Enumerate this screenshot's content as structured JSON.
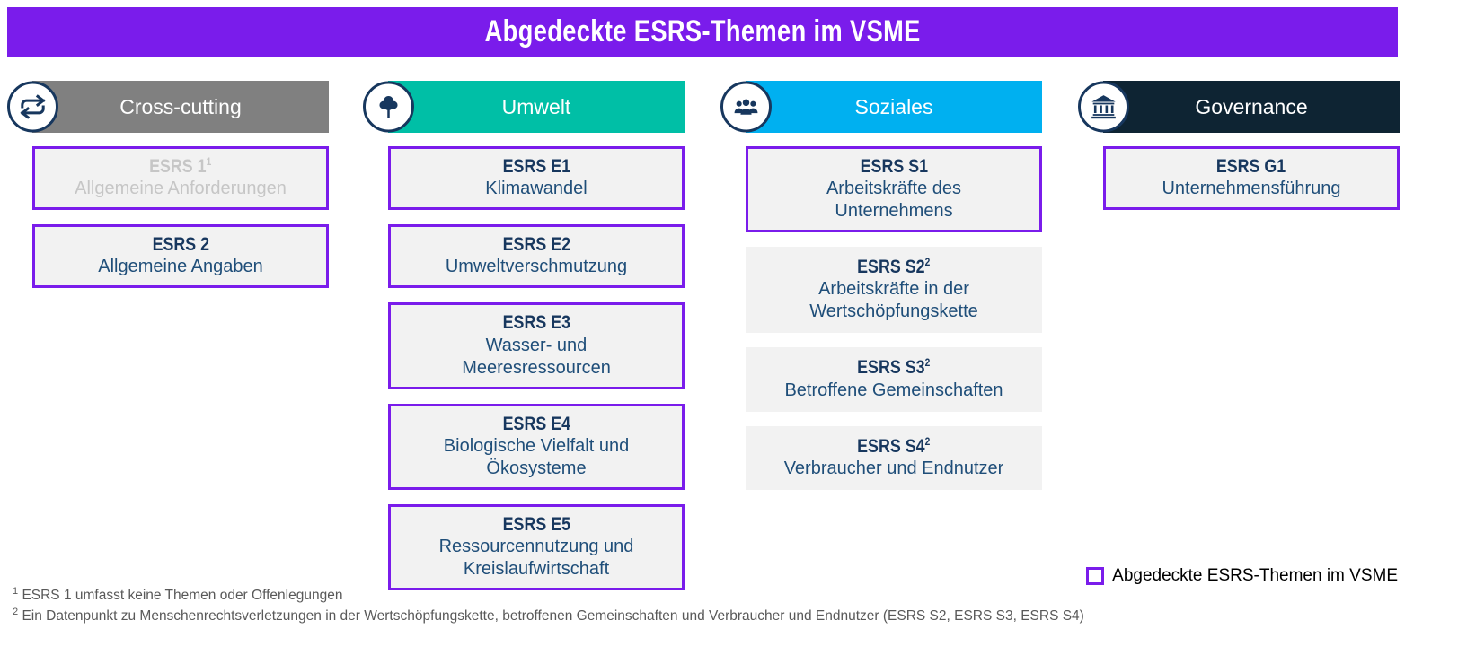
{
  "title": "Abgedeckte ESRS-Themen im VSME",
  "colors": {
    "accent": "#7A1CEB",
    "navy": "#17375E",
    "subtitle": "#1F4E79",
    "card-bg": "#F2F2F2",
    "disabled": "#C6C6C6",
    "footnote": "#595959"
  },
  "columns": [
    {
      "label": "Cross-cutting",
      "header_bg": "#808080",
      "icon": "loop-arrows-icon",
      "cards": [
        {
          "code": "ESRS 1",
          "sup": "1",
          "name": "Allgemeine Anforderungen",
          "covered": true,
          "muted": true
        },
        {
          "code": "ESRS 2",
          "sup": "",
          "name": "Allgemeine Angaben",
          "covered": true,
          "muted": false
        }
      ]
    },
    {
      "label": "Umwelt",
      "header_bg": "#00BFA6",
      "icon": "tree-icon",
      "cards": [
        {
          "code": "ESRS E1",
          "sup": "",
          "name": "Klimawandel",
          "covered": true,
          "muted": false
        },
        {
          "code": "ESRS E2",
          "sup": "",
          "name": "Umweltverschmutzung",
          "covered": true,
          "muted": false
        },
        {
          "code": "ESRS E3",
          "sup": "",
          "name": "Wasser- und Meeresressourcen",
          "covered": true,
          "muted": false
        },
        {
          "code": "ESRS E4",
          "sup": "",
          "name": "Biologische Vielfalt und Ökosysteme",
          "covered": true,
          "muted": false
        },
        {
          "code": "ESRS E5",
          "sup": "",
          "name": "Ressourcennutzung und Kreislaufwirtschaft",
          "covered": true,
          "muted": false
        }
      ]
    },
    {
      "label": "Soziales",
      "header_bg": "#00B0F0",
      "icon": "people-icon",
      "cards": [
        {
          "code": "ESRS S1",
          "sup": "",
          "name": "Arbeitskräfte des Unternehmens",
          "covered": true,
          "muted": false
        },
        {
          "code": "ESRS S2",
          "sup": "2",
          "name": "Arbeitskräfte in der Wertschöpfungskette",
          "covered": false,
          "muted": false
        },
        {
          "code": "ESRS S3",
          "sup": "2",
          "name": "Betroffene Gemeinschaften",
          "covered": false,
          "muted": false
        },
        {
          "code": "ESRS S4",
          "sup": "2",
          "name": "Verbraucher und Endnutzer",
          "covered": false,
          "muted": false
        }
      ]
    },
    {
      "label": "Governance",
      "header_bg": "#0E2433",
      "icon": "bank-icon",
      "cards": [
        {
          "code": "ESRS G1",
          "sup": "",
          "name": "Unternehmensführung",
          "covered": true,
          "muted": false
        }
      ]
    }
  ],
  "legend": {
    "label": "Abgedeckte ESRS-Themen im VSME"
  },
  "footnotes": [
    {
      "sup": "1",
      "text": "ESRS 1 umfasst keine Themen oder Offenlegungen"
    },
    {
      "sup": "2",
      "text": "Ein Datenpunkt zu Menschenrechtsverletzungen in der Wertschöpfungskette, betroffenen Gemeinschaften und Verbraucher und Endnutzer (ESRS S2, ESRS S3, ESRS S4)"
    }
  ]
}
